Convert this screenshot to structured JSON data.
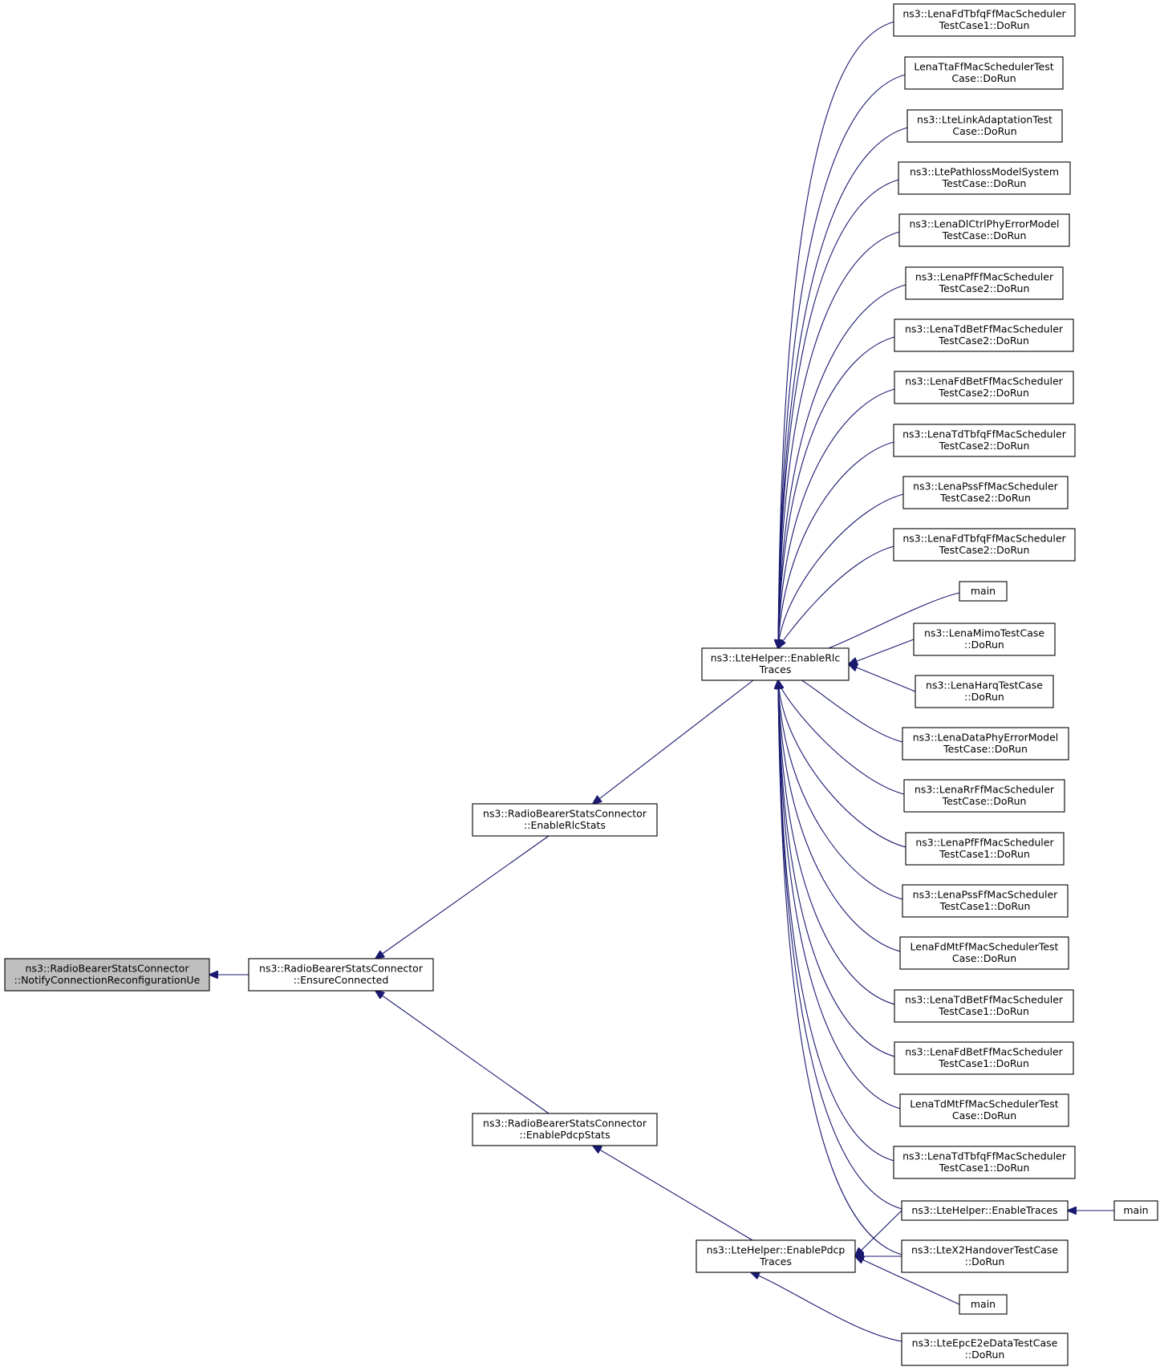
{
  "graph": {
    "nodes": [
      {
        "id": "root",
        "lines": [
          "ns3::RadioBearerStatsConnector",
          "::NotifyConnectionReconfigurationUe"
        ],
        "root": true
      },
      {
        "id": "ensure",
        "lines": [
          "ns3::RadioBearerStatsConnector",
          "::EnsureConnected"
        ]
      },
      {
        "id": "rlcstats",
        "lines": [
          "ns3::RadioBearerStatsConnector",
          "::EnableRlcStats"
        ]
      },
      {
        "id": "pdcpstats",
        "lines": [
          "ns3::RadioBearerStatsConnector",
          "::EnablePdcpStats"
        ]
      },
      {
        "id": "rlctraces",
        "lines": [
          "ns3::LteHelper::EnableRlc",
          "Traces"
        ]
      },
      {
        "id": "pdcptraces",
        "lines": [
          "ns3::LteHelper::EnablePdcp",
          "Traces"
        ]
      },
      {
        "id": "r1",
        "lines": [
          "ns3::LenaFdTbfqFfMacScheduler",
          "TestCase1::DoRun"
        ]
      },
      {
        "id": "r2",
        "lines": [
          "LenaTtaFfMacSchedulerTest",
          "Case::DoRun"
        ]
      },
      {
        "id": "r3",
        "lines": [
          "ns3::LteLinkAdaptationTest",
          "Case::DoRun"
        ]
      },
      {
        "id": "r4",
        "lines": [
          "ns3::LtePathlossModelSystem",
          "TestCase::DoRun"
        ]
      },
      {
        "id": "r5",
        "lines": [
          "ns3::LenaDlCtrlPhyErrorModel",
          "TestCase::DoRun"
        ]
      },
      {
        "id": "r6",
        "lines": [
          "ns3::LenaPfFfMacScheduler",
          "TestCase2::DoRun"
        ]
      },
      {
        "id": "r7",
        "lines": [
          "ns3::LenaTdBetFfMacScheduler",
          "TestCase2::DoRun"
        ]
      },
      {
        "id": "r8",
        "lines": [
          "ns3::LenaFdBetFfMacScheduler",
          "TestCase2::DoRun"
        ]
      },
      {
        "id": "r9",
        "lines": [
          "ns3::LenaTdTbfqFfMacScheduler",
          "TestCase2::DoRun"
        ]
      },
      {
        "id": "r10",
        "lines": [
          "ns3::LenaPssFfMacScheduler",
          "TestCase2::DoRun"
        ]
      },
      {
        "id": "r11",
        "lines": [
          "ns3::LenaFdTbfqFfMacScheduler",
          "TestCase2::DoRun"
        ]
      },
      {
        "id": "r12",
        "lines": [
          "main"
        ]
      },
      {
        "id": "r13",
        "lines": [
          "ns3::LenaMimoTestCase",
          "::DoRun"
        ]
      },
      {
        "id": "r14",
        "lines": [
          "ns3::LenaHarqTestCase",
          "::DoRun"
        ]
      },
      {
        "id": "r15",
        "lines": [
          "ns3::LenaDataPhyErrorModel",
          "TestCase::DoRun"
        ]
      },
      {
        "id": "r16",
        "lines": [
          "ns3::LenaRrFfMacScheduler",
          "TestCase::DoRun"
        ]
      },
      {
        "id": "r17",
        "lines": [
          "ns3::LenaPfFfMacScheduler",
          "TestCase1::DoRun"
        ]
      },
      {
        "id": "r18",
        "lines": [
          "ns3::LenaPssFfMacScheduler",
          "TestCase1::DoRun"
        ]
      },
      {
        "id": "r19",
        "lines": [
          "LenaFdMtFfMacSchedulerTest",
          "Case::DoRun"
        ]
      },
      {
        "id": "r20",
        "lines": [
          "ns3::LenaTdBetFfMacScheduler",
          "TestCase1::DoRun"
        ]
      },
      {
        "id": "r21",
        "lines": [
          "ns3::LenaFdBetFfMacScheduler",
          "TestCase1::DoRun"
        ]
      },
      {
        "id": "r22",
        "lines": [
          "LenaTdMtFfMacSchedulerTest",
          "Case::DoRun"
        ]
      },
      {
        "id": "r23",
        "lines": [
          "ns3::LenaTdTbfqFfMacScheduler",
          "TestCase1::DoRun"
        ]
      },
      {
        "id": "r24",
        "lines": [
          "ns3::LteHelper::EnableTraces"
        ]
      },
      {
        "id": "r25",
        "lines": [
          "ns3::LteX2HandoverTestCase",
          "::DoRun"
        ]
      },
      {
        "id": "r26",
        "lines": [
          "main"
        ]
      },
      {
        "id": "r27",
        "lines": [
          "ns3::LteEpcE2eDataTestCase",
          "::DoRun"
        ]
      },
      {
        "id": "mainTraces",
        "lines": [
          "main"
        ]
      }
    ],
    "edges": [
      {
        "from": "ensure",
        "to": "root"
      },
      {
        "from": "rlcstats",
        "to": "ensure"
      },
      {
        "from": "pdcpstats",
        "to": "ensure"
      },
      {
        "from": "rlctraces",
        "to": "rlcstats"
      },
      {
        "from": "pdcptraces",
        "to": "pdcpstats"
      },
      {
        "from": "r1",
        "to": "rlctraces"
      },
      {
        "from": "r2",
        "to": "rlctraces"
      },
      {
        "from": "r3",
        "to": "rlctraces"
      },
      {
        "from": "r4",
        "to": "rlctraces"
      },
      {
        "from": "r5",
        "to": "rlctraces"
      },
      {
        "from": "r6",
        "to": "rlctraces"
      },
      {
        "from": "r7",
        "to": "rlctraces"
      },
      {
        "from": "r8",
        "to": "rlctraces"
      },
      {
        "from": "r9",
        "to": "rlctraces"
      },
      {
        "from": "r10",
        "to": "rlctraces"
      },
      {
        "from": "r11",
        "to": "rlctraces"
      },
      {
        "from": "r12",
        "to": "rlctraces"
      },
      {
        "from": "r13",
        "to": "rlctraces"
      },
      {
        "from": "r14",
        "to": "rlctraces"
      },
      {
        "from": "r15",
        "to": "rlctraces"
      },
      {
        "from": "r16",
        "to": "rlctraces"
      },
      {
        "from": "r17",
        "to": "rlctraces"
      },
      {
        "from": "r18",
        "to": "rlctraces"
      },
      {
        "from": "r19",
        "to": "rlctraces"
      },
      {
        "from": "r20",
        "to": "rlctraces"
      },
      {
        "from": "r21",
        "to": "rlctraces"
      },
      {
        "from": "r22",
        "to": "rlctraces"
      },
      {
        "from": "r23",
        "to": "rlctraces"
      },
      {
        "from": "r24",
        "to": "rlctraces"
      },
      {
        "from": "r25",
        "to": "rlctraces"
      },
      {
        "from": "r24",
        "to": "pdcptraces"
      },
      {
        "from": "r25",
        "to": "pdcptraces"
      },
      {
        "from": "r26",
        "to": "pdcptraces"
      },
      {
        "from": "r27",
        "to": "pdcptraces"
      },
      {
        "from": "mainTraces",
        "to": "r24"
      }
    ]
  }
}
